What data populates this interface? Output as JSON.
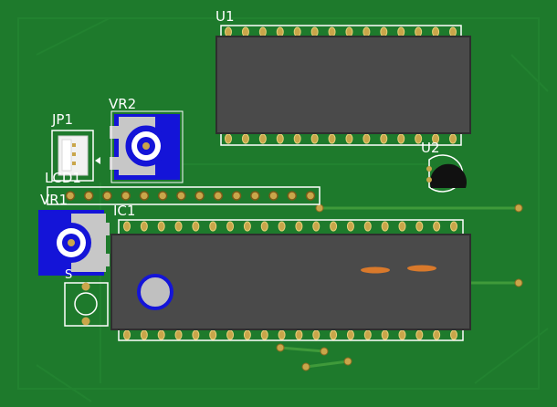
{
  "board": {
    "colors": {
      "soldermask": "#1e7a2c",
      "silkscreen": "#ffffff",
      "chip_body": "#4a4a4a",
      "pad": "#c9a64a",
      "trace": "#3f9a3a",
      "trimpot": "#1414d8",
      "regulator": "#111111"
    }
  },
  "labels": {
    "u1": "U1",
    "vr2": "VR2",
    "jp1": "JP1",
    "u2": "U2",
    "lcd1": "LCD1",
    "vr1": "VR1",
    "ic1": "IC1",
    "s": "S"
  },
  "components": {
    "u1": {
      "type": "DIP-28",
      "pins_per_side": 14
    },
    "ic1": {
      "type": "DIP-40",
      "pins_per_side": 20
    },
    "lcd1": {
      "type": "header",
      "pins": 14
    },
    "u2": {
      "type": "TO-92"
    },
    "jp1": {
      "type": "JST-3"
    },
    "vr1": {
      "type": "trimpot"
    },
    "vr2": {
      "type": "trimpot"
    }
  }
}
